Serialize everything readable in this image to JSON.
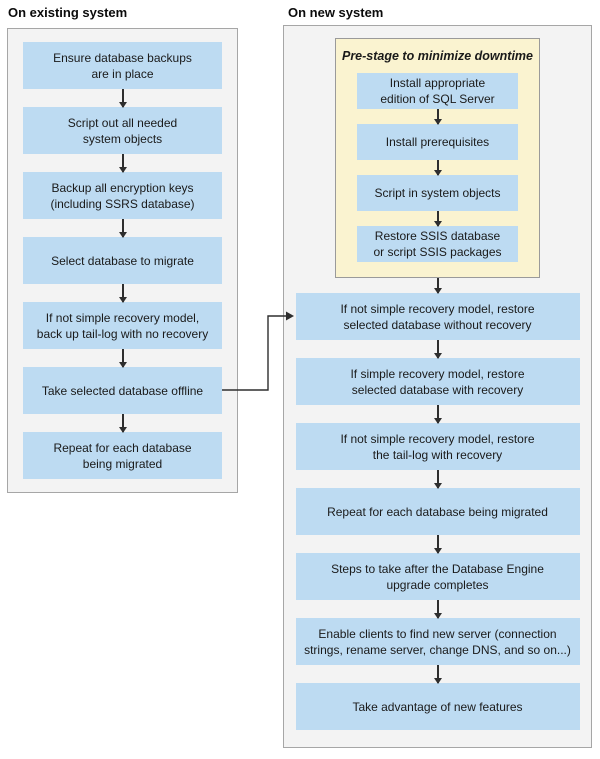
{
  "colors": {
    "box_blue": "#bddbf2",
    "panel_gray": "#f3f3f3",
    "panel_border": "#a6a6a6",
    "prestage_yellow": "#faf3d0",
    "prestage_border": "#9a9a9a",
    "arrow": "#2e2e2e",
    "text": "#1a1a1a"
  },
  "columns": {
    "left": {
      "title": "On existing system",
      "steps": [
        "Ensure database backups\nare in place",
        "Script out all needed\nsystem objects",
        "Backup all encryption keys\n(including SSRS database)",
        "Select database to migrate",
        "If not simple recovery model,\nback up tail-log with no recovery",
        "Take selected database offline",
        "Repeat for each database\nbeing migrated"
      ]
    },
    "right": {
      "title": "On new system",
      "prestage": {
        "title": "Pre-stage to minimize downtime",
        "steps": [
          "Install appropriate\nedition of SQL Server",
          "Install prerequisites",
          "Script in system objects",
          "Restore SSIS database\nor script SSIS packages"
        ]
      },
      "steps": [
        "If not simple recovery model, restore\nselected database without recovery",
        "If simple recovery model, restore\nselected database with recovery",
        "If not simple recovery model, restore\nthe tail-log with recovery",
        "Repeat for each database being migrated",
        "Steps to take after the Database Engine\nupgrade completes",
        "Enable clients to find new server (connection\nstrings, rename server, change DNS, and so on...)",
        "Take advantage of new features"
      ]
    }
  }
}
